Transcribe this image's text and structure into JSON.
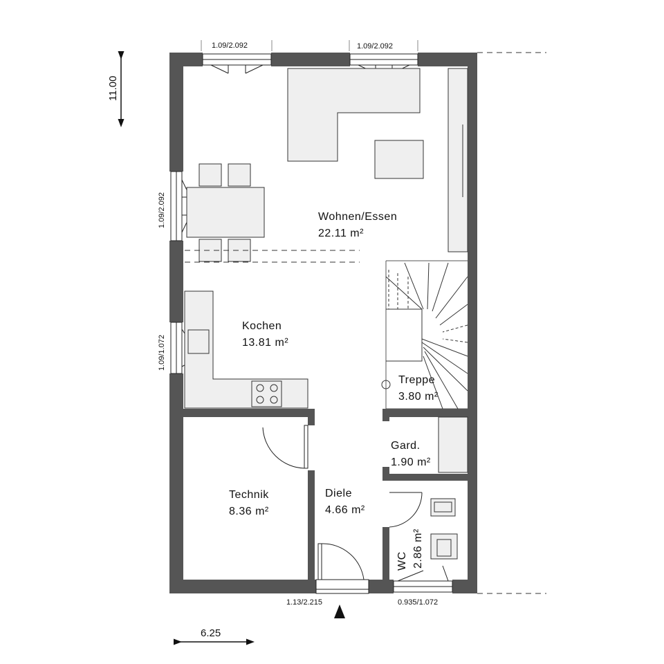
{
  "rooms": {
    "wohnen": {
      "name": "Wohnen/Essen",
      "area": "22.11 m²"
    },
    "kochen": {
      "name": "Kochen",
      "area": "13.81 m²"
    },
    "treppe": {
      "name": "Treppe",
      "area": "3.80 m²"
    },
    "gard": {
      "name": "Gard.",
      "area": "1.90 m²"
    },
    "technik": {
      "name": "Technik",
      "area": "8.36 m²"
    },
    "diele": {
      "name": "Diele",
      "area": "4.66 m²"
    },
    "wc": {
      "name": "WC",
      "area": "2.86 m²"
    }
  },
  "dimensions": {
    "window_top_left": "1.09/2.092",
    "window_top_right": "1.09/2.092",
    "window_left_upper": "1.09/2.092",
    "window_left_lower": "1.09/1.072",
    "entrance_door": "1.13/2.215",
    "wc_window": "0.935/1.072",
    "overall_height": "11.00",
    "overall_width": "6.25"
  },
  "colors": {
    "wall": "#555555",
    "fixture": "#efefef",
    "line": "#222222"
  }
}
